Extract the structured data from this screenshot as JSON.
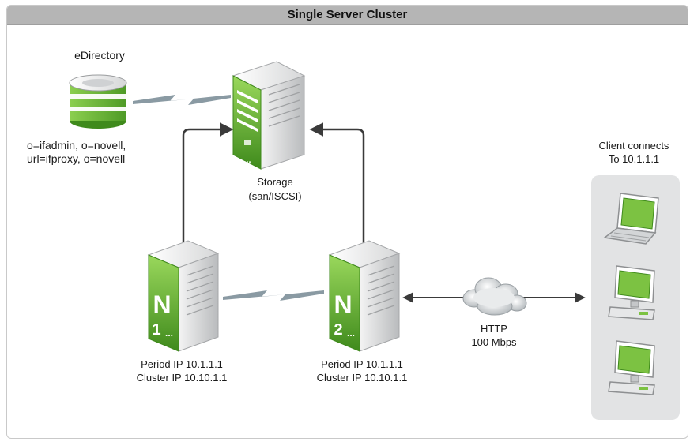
{
  "title": "Single Server Cluster",
  "edirectory": {
    "label": "eDirectory",
    "context_line1": "o=ifadmin, o=novell,",
    "context_line2": "url=ifproxy, o=novell"
  },
  "storage": {
    "label_line1": "Storage",
    "label_line2": "(san/ISCSI)"
  },
  "node1": {
    "letter": "N",
    "number": "1",
    "dots": "...",
    "ip_line1": "Period IP 10.1.1.1",
    "ip_line2": "Cluster IP 10.10.1.1"
  },
  "node2": {
    "letter": "N",
    "number": "2",
    "dots": "...",
    "ip_line1": "Period IP 10.1.1.1",
    "ip_line2": "Cluster IP 10.10.1.1"
  },
  "network": {
    "protocol": "HTTP",
    "speed": "100 Mbps"
  },
  "clients": {
    "label_line1": "Client connects",
    "label_line2": "To 10.1.1.1",
    "devices": [
      "laptop-icon",
      "desktop-computer-icon",
      "desktop-computer-icon"
    ]
  },
  "colors": {
    "title_bar": "#b5b5b5",
    "server_green": "#6fb43f",
    "server_green_dark": "#4e8f25",
    "server_gray": "#c9cbcd",
    "connector_arrow": "#3a3a3a",
    "wan_link": "#8a9aa3",
    "client_panel": "#e2e3e4"
  }
}
